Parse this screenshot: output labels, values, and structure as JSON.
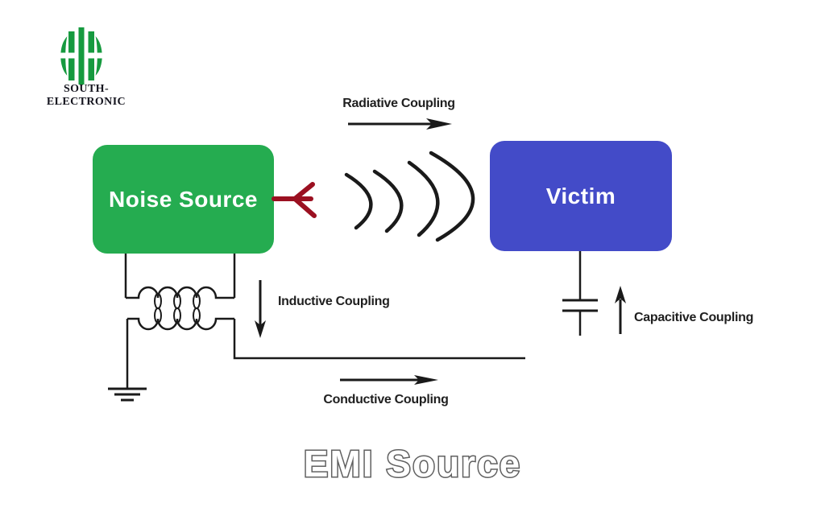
{
  "logo": {
    "text": "SOUTH-ELECTRONIC",
    "icon": "south-electronic-emblem"
  },
  "diagram": {
    "noise_source": {
      "label": "Noise Source"
    },
    "victim": {
      "label": "Victim"
    },
    "couplings": {
      "radiative": "Radiative Coupling",
      "inductive": "Inductive Coupling",
      "conductive": "Conductive Coupling",
      "capacitive": "Capacitive Coupling"
    },
    "symbols": [
      "radiated-waves",
      "transformer-coils",
      "ground",
      "capacitor",
      "red-fork-connector"
    ]
  },
  "title": {
    "text": "EMI Source"
  },
  "colors": {
    "noise_source_box": "#25AC50",
    "victim_box": "#434BC8",
    "connector_arrow_red": "#9B1021",
    "wire_black": "#1A1A1A",
    "label_text": "#1F1F1F",
    "title_fill": "#FFFFFF",
    "title_outline": "#606060",
    "logo_green": "#169A3F",
    "logo_text": "#14141E"
  }
}
